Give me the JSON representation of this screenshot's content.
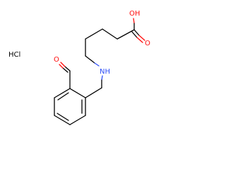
{
  "structure": {
    "counterion_label": "HCl",
    "hydroxyl_label": "OH",
    "carbonyl_oxygen_label": "O",
    "amine_label": "NH",
    "aldehyde_oxygen_label": "O"
  },
  "colors": {
    "carbon_bond": "#000000",
    "oxygen": "#ff0d0d",
    "nitrogen": "#3050f8",
    "background": "#ffffff"
  }
}
